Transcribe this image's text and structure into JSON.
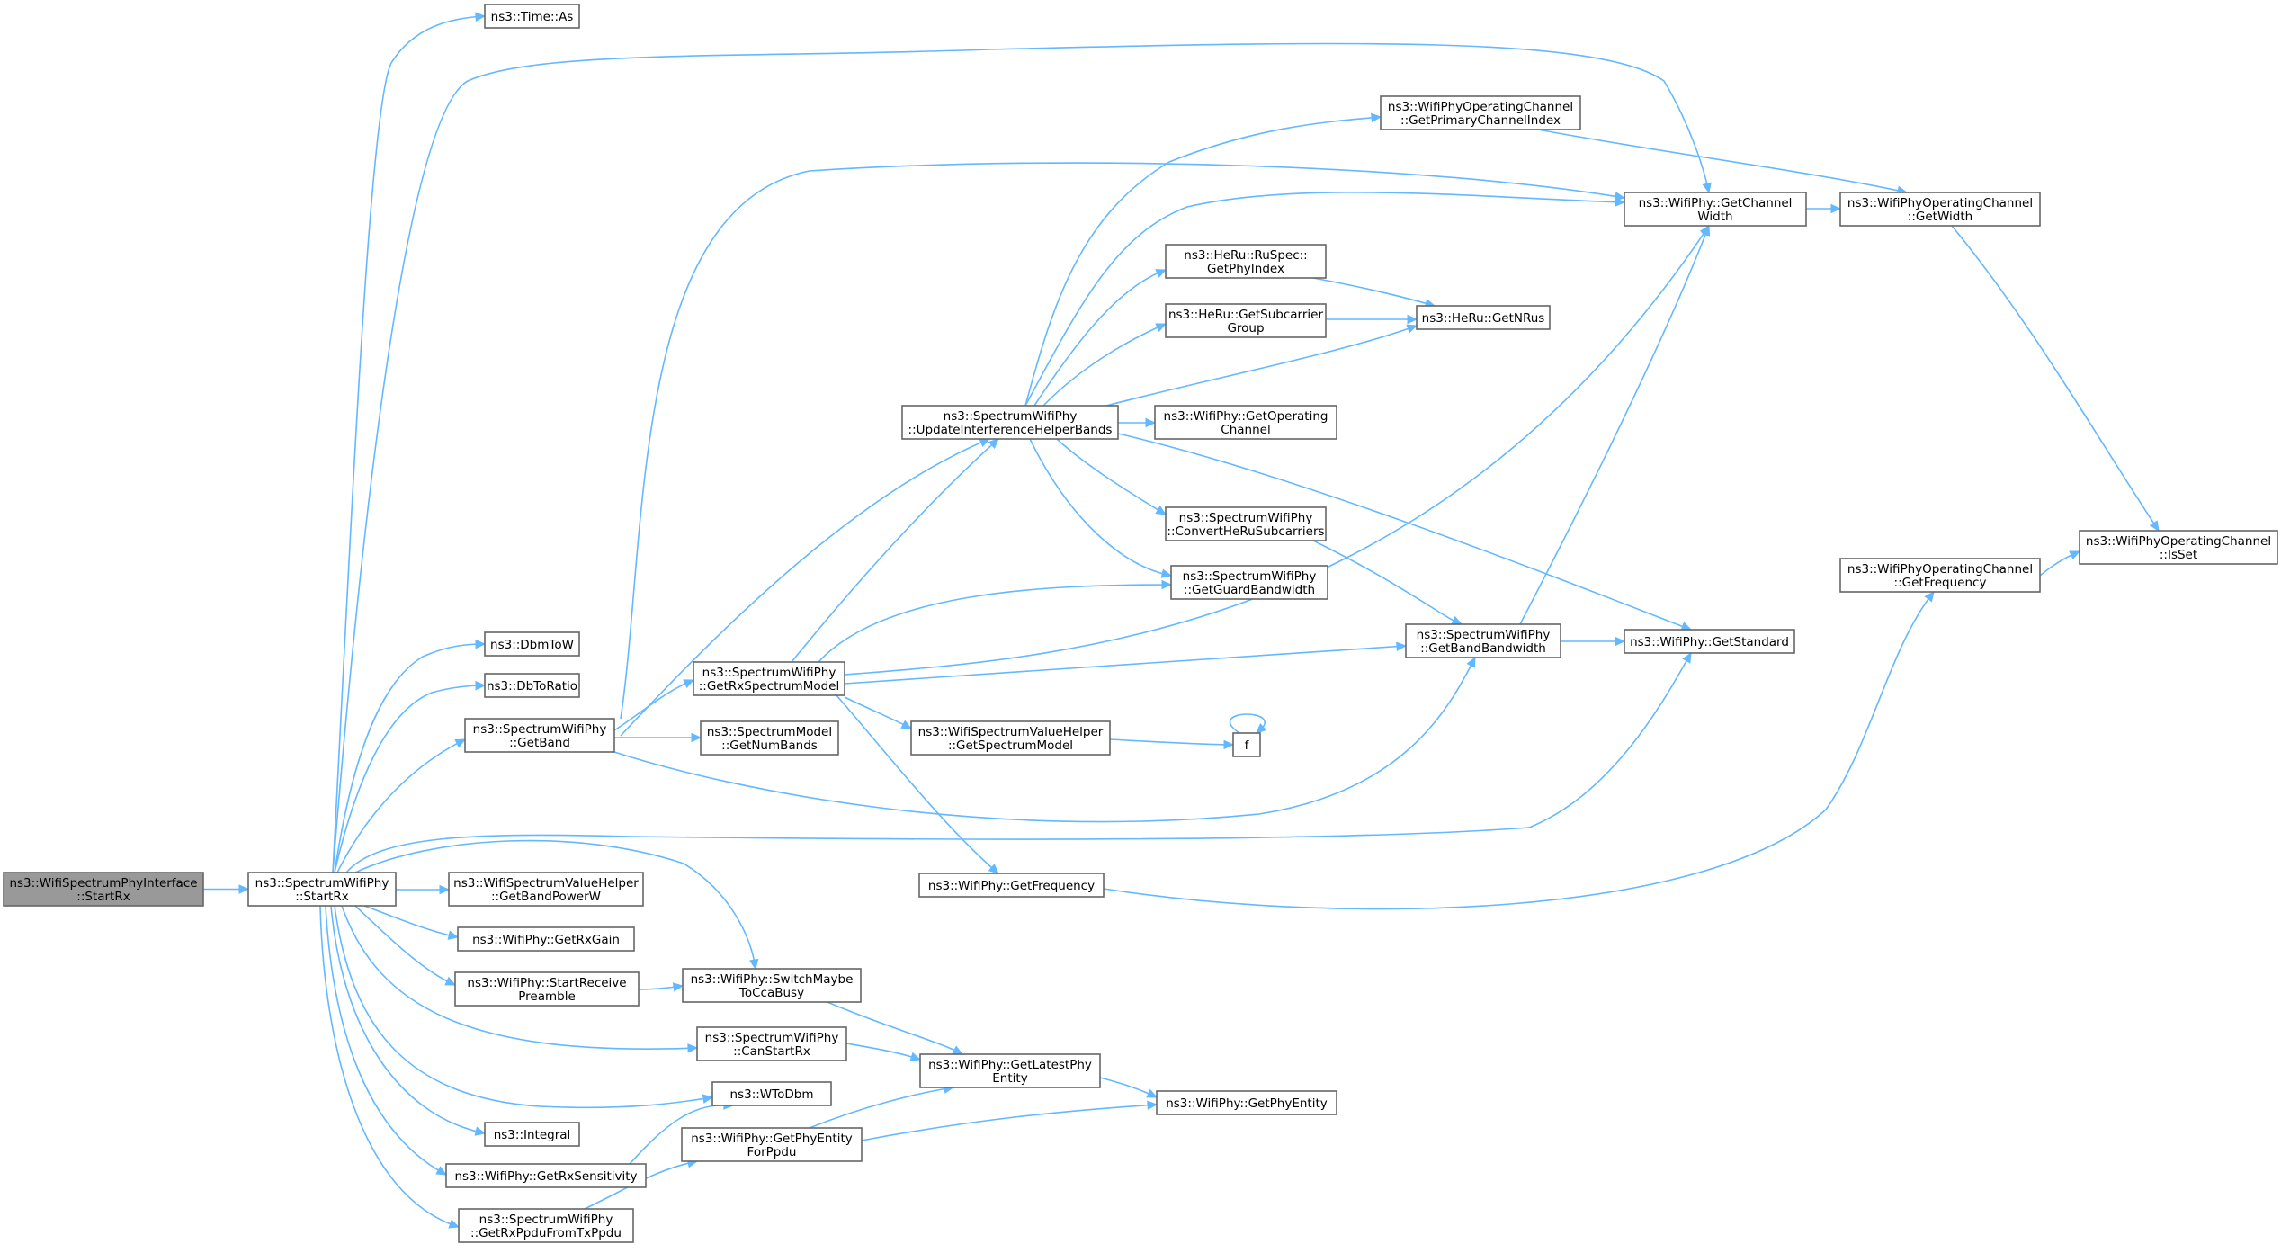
{
  "graph": {
    "nodes": [
      {
        "id": "n0",
        "lines": [
          "ns3::WifiSpectrumPhyInterface",
          "::StartRx"
        ],
        "root": true
      },
      {
        "id": "n1",
        "lines": [
          "ns3::SpectrumWifiPhy",
          "::StartRx"
        ]
      },
      {
        "id": "n2",
        "lines": [
          "ns3::Time::As"
        ]
      },
      {
        "id": "n3",
        "lines": [
          "ns3::DbmToW"
        ]
      },
      {
        "id": "n4",
        "lines": [
          "ns3::DbToRatio"
        ]
      },
      {
        "id": "n5",
        "lines": [
          "ns3::SpectrumWifiPhy",
          "::GetBand"
        ]
      },
      {
        "id": "n6",
        "lines": [
          "ns3::WifiSpectrumValueHelper",
          "::GetBandPowerW"
        ]
      },
      {
        "id": "n7",
        "lines": [
          "ns3::WifiPhy::GetRxGain"
        ]
      },
      {
        "id": "n8",
        "lines": [
          "ns3::WifiPhy::StartReceive",
          "Preamble"
        ]
      },
      {
        "id": "n9",
        "lines": [
          "ns3::Integral"
        ]
      },
      {
        "id": "n10",
        "lines": [
          "ns3::WifiPhy::GetRxSensitivity"
        ]
      },
      {
        "id": "n11",
        "lines": [
          "ns3::SpectrumWifiPhy",
          "::GetRxPpduFromTxPpdu"
        ]
      },
      {
        "id": "n12",
        "lines": [
          "ns3::SpectrumWifiPhy",
          "::GetRxSpectrumModel"
        ]
      },
      {
        "id": "n13",
        "lines": [
          "ns3::SpectrumModel",
          "::GetNumBands"
        ]
      },
      {
        "id": "n14",
        "lines": [
          "ns3::WifiPhy::SwitchMaybe",
          "ToCcaBusy"
        ]
      },
      {
        "id": "n15",
        "lines": [
          "ns3::SpectrumWifiPhy",
          "::CanStartRx"
        ]
      },
      {
        "id": "n16",
        "lines": [
          "ns3::WToDbm"
        ]
      },
      {
        "id": "n17",
        "lines": [
          "ns3::WifiPhy::GetPhyEntity",
          "ForPpdu"
        ]
      },
      {
        "id": "n18",
        "lines": [
          "ns3::SpectrumWifiPhy",
          "::UpdateInterferenceHelperBands"
        ]
      },
      {
        "id": "n19",
        "lines": [
          "ns3::WifiSpectrumValueHelper",
          "::GetSpectrumModel"
        ]
      },
      {
        "id": "n20",
        "lines": [
          "ns3::WifiPhy::GetFrequency"
        ]
      },
      {
        "id": "n21",
        "lines": [
          "ns3::WifiPhy::GetLatestPhy",
          "Entity"
        ]
      },
      {
        "id": "n22",
        "lines": [
          "ns3::WifiPhyOperatingChannel",
          "::GetPrimaryChannelIndex"
        ]
      },
      {
        "id": "n23",
        "lines": [
          "ns3::HeRu::RuSpec::",
          "GetPhyIndex"
        ]
      },
      {
        "id": "n24",
        "lines": [
          "ns3::HeRu::GetSubcarrier",
          "Group"
        ]
      },
      {
        "id": "n25",
        "lines": [
          "ns3::WifiPhy::GetOperating",
          "Channel"
        ]
      },
      {
        "id": "n26",
        "lines": [
          "ns3::SpectrumWifiPhy",
          "::ConvertHeRuSubcarriers"
        ]
      },
      {
        "id": "n27",
        "lines": [
          "ns3::SpectrumWifiPhy",
          "::GetGuardBandwidth"
        ]
      },
      {
        "id": "n28",
        "lines": [
          "f"
        ]
      },
      {
        "id": "n29",
        "lines": [
          "ns3::WifiPhy::GetPhyEntity"
        ]
      },
      {
        "id": "n30",
        "lines": [
          "ns3::WifiPhy::GetChannel",
          "Width"
        ]
      },
      {
        "id": "n31",
        "lines": [
          "ns3::HeRu::GetNRus"
        ]
      },
      {
        "id": "n32",
        "lines": [
          "ns3::SpectrumWifiPhy",
          "::GetBandBandwidth"
        ]
      },
      {
        "id": "n33",
        "lines": [
          "ns3::WifiPhy::GetStandard"
        ]
      },
      {
        "id": "n34",
        "lines": [
          "ns3::WifiPhyOperatingChannel",
          "::GetWidth"
        ]
      },
      {
        "id": "n35",
        "lines": [
          "ns3::WifiPhyOperatingChannel",
          "::GetFrequency"
        ]
      },
      {
        "id": "n36",
        "lines": [
          "ns3::WifiPhyOperatingChannel",
          "::IsSet"
        ]
      }
    ],
    "edges": [
      {
        "from": "n0",
        "to": "n1"
      },
      {
        "from": "n1",
        "to": "n2"
      },
      {
        "from": "n1",
        "to": "n30"
      },
      {
        "from": "n1",
        "to": "n3"
      },
      {
        "from": "n1",
        "to": "n4"
      },
      {
        "from": "n1",
        "to": "n5"
      },
      {
        "from": "n1",
        "to": "n33"
      },
      {
        "from": "n1",
        "to": "n14"
      },
      {
        "from": "n1",
        "to": "n6"
      },
      {
        "from": "n1",
        "to": "n7"
      },
      {
        "from": "n1",
        "to": "n8"
      },
      {
        "from": "n1",
        "to": "n15"
      },
      {
        "from": "n1",
        "to": "n16"
      },
      {
        "from": "n1",
        "to": "n9"
      },
      {
        "from": "n1",
        "to": "n10"
      },
      {
        "from": "n1",
        "to": "n11"
      },
      {
        "from": "n5",
        "to": "n30"
      },
      {
        "from": "n5",
        "to": "n12"
      },
      {
        "from": "n5",
        "to": "n13"
      },
      {
        "from": "n5",
        "to": "n32"
      },
      {
        "from": "n5",
        "to": "n18"
      },
      {
        "from": "n12",
        "to": "n18"
      },
      {
        "from": "n12",
        "to": "n27"
      },
      {
        "from": "n12",
        "to": "n30"
      },
      {
        "from": "n12",
        "to": "n32"
      },
      {
        "from": "n12",
        "to": "n19"
      },
      {
        "from": "n12",
        "to": "n20"
      },
      {
        "from": "n18",
        "to": "n22"
      },
      {
        "from": "n18",
        "to": "n30"
      },
      {
        "from": "n18",
        "to": "n23"
      },
      {
        "from": "n18",
        "to": "n24"
      },
      {
        "from": "n18",
        "to": "n31"
      },
      {
        "from": "n18",
        "to": "n25"
      },
      {
        "from": "n18",
        "to": "n26"
      },
      {
        "from": "n18",
        "to": "n27"
      },
      {
        "from": "n18",
        "to": "n33"
      },
      {
        "from": "n19",
        "to": "n28"
      },
      {
        "from": "n28",
        "to": "n28"
      },
      {
        "from": "n20",
        "to": "n35"
      },
      {
        "from": "n22",
        "to": "n34"
      },
      {
        "from": "n30",
        "to": "n34"
      },
      {
        "from": "n34",
        "to": "n36"
      },
      {
        "from": "n35",
        "to": "n36"
      },
      {
        "from": "n23",
        "to": "n31"
      },
      {
        "from": "n24",
        "to": "n31"
      },
      {
        "from": "n26",
        "to": "n32"
      },
      {
        "from": "n32",
        "to": "n30"
      },
      {
        "from": "n32",
        "to": "n33"
      },
      {
        "from": "n8",
        "to": "n14"
      },
      {
        "from": "n14",
        "to": "n21"
      },
      {
        "from": "n15",
        "to": "n21"
      },
      {
        "from": "n21",
        "to": "n29"
      },
      {
        "from": "n17",
        "to": "n21"
      },
      {
        "from": "n17",
        "to": "n29"
      },
      {
        "from": "n10",
        "to": "n16"
      },
      {
        "from": "n11",
        "to": "n17"
      }
    ]
  }
}
